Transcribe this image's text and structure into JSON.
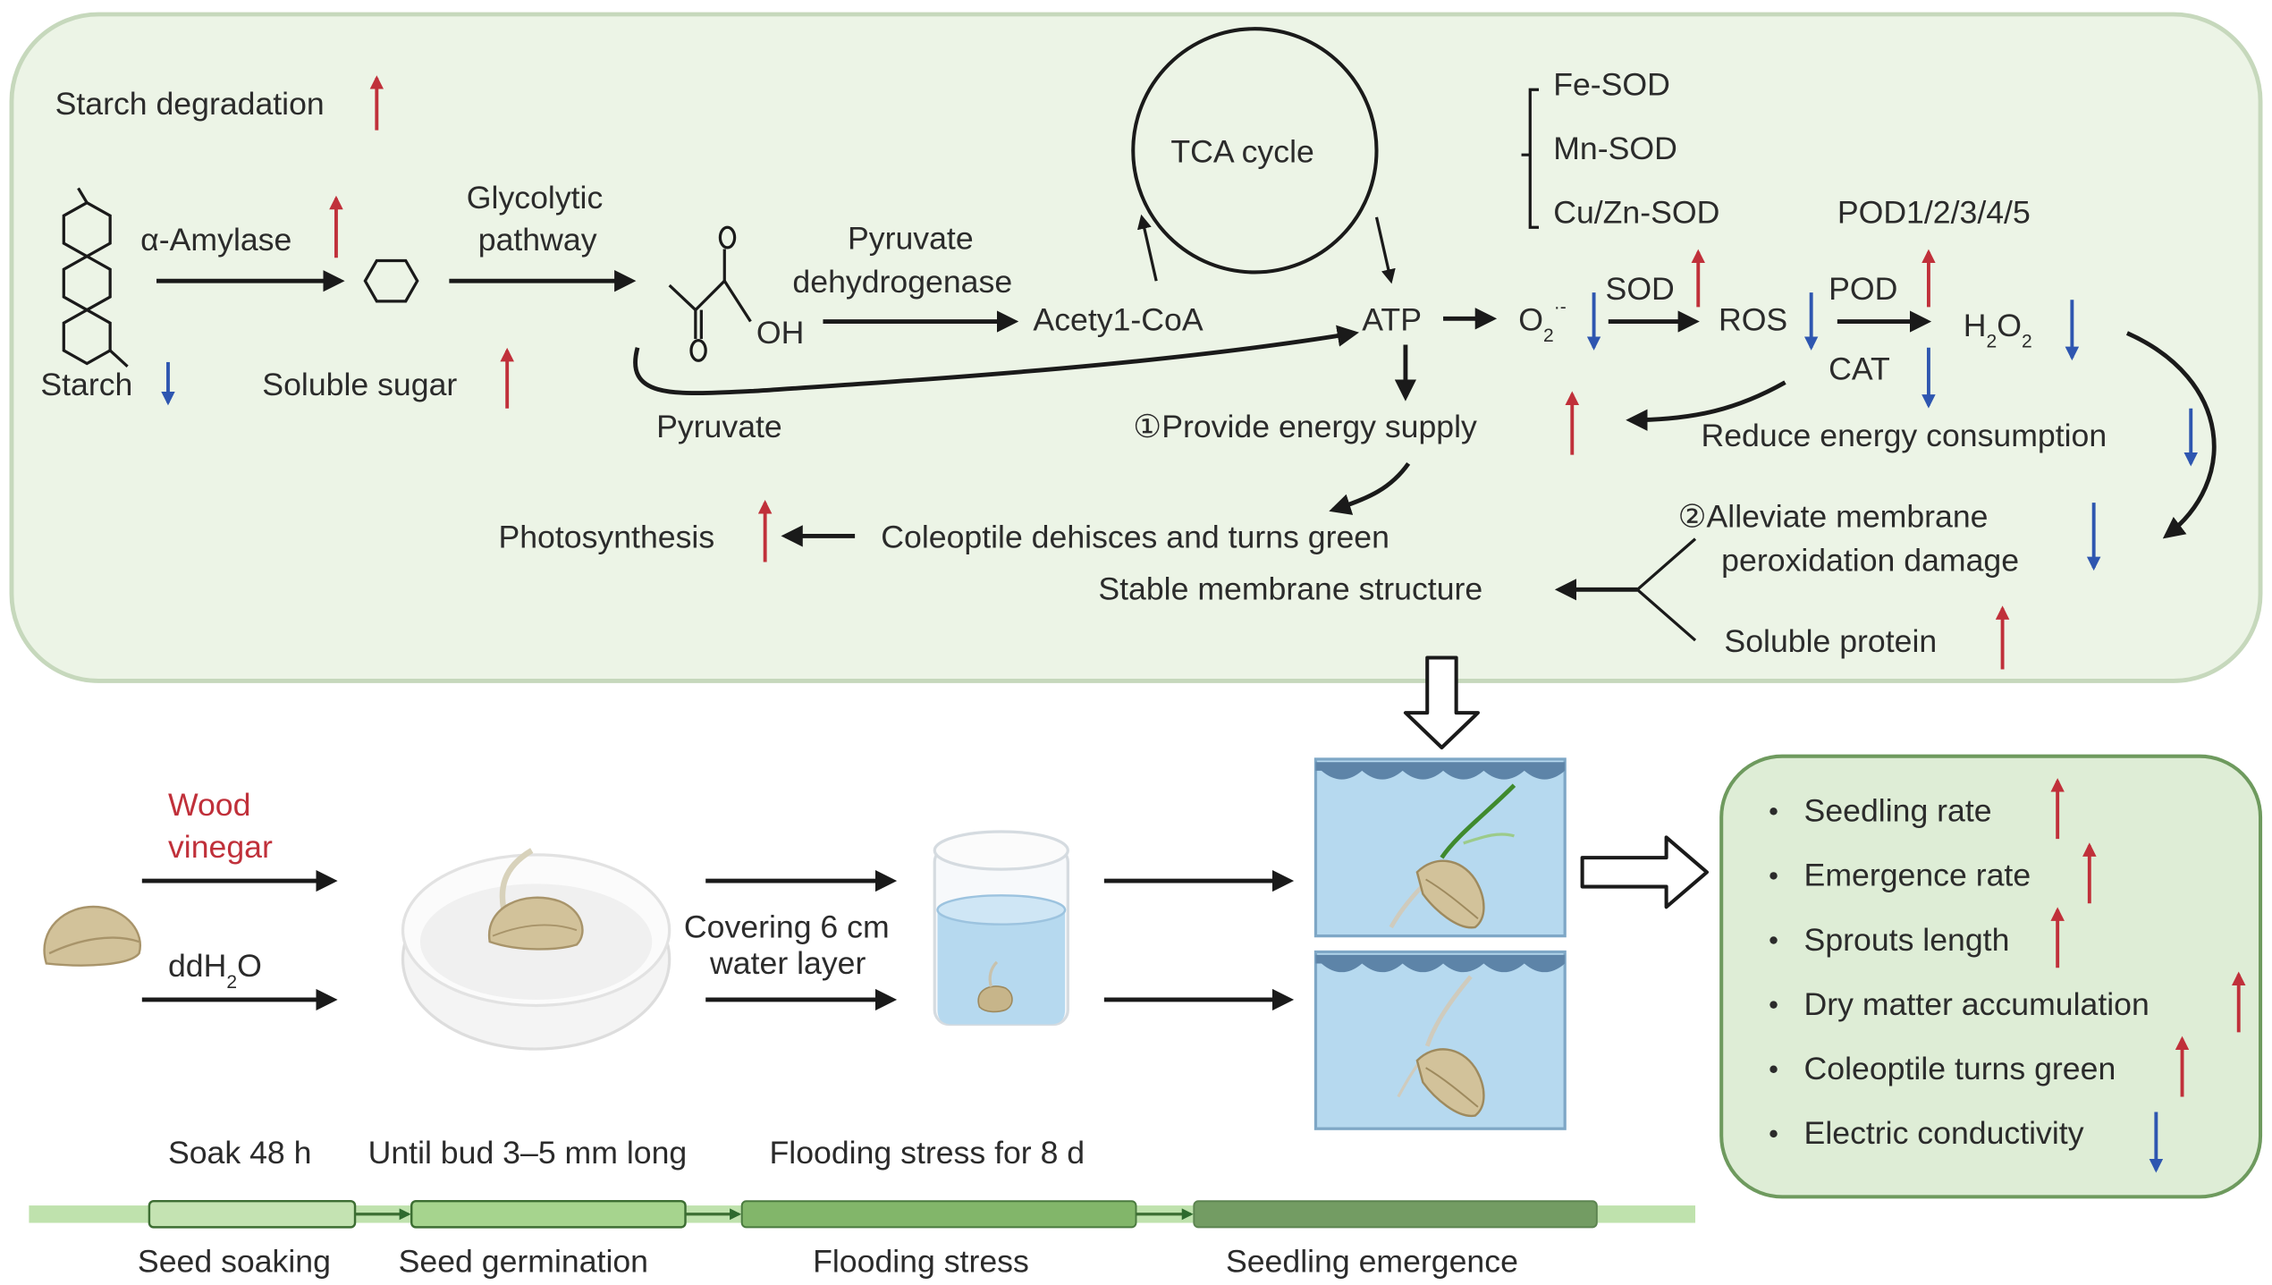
{
  "top_panel": {
    "starch_degradation": "Starch degradation",
    "alpha_amylase": "α-Amylase",
    "starch": "Starch",
    "soluble_sugar": "Soluble sugar",
    "glycolytic_line1": "Glycolytic",
    "glycolytic_line2": "pathway",
    "pyruvate": "Pyruvate",
    "oh": "OH",
    "pyruvate_dh_line1": "Pyruvate",
    "pyruvate_dh_line2": "dehydrogenase",
    "acetyl_coa": "Acety1-CoA",
    "tca_cycle": "TCA cycle",
    "atp": "ATP",
    "sod_types": [
      "Fe-SOD",
      "Mn-SOD",
      "Cu/Zn-SOD"
    ],
    "pod_types": "POD1/2/3/4/5",
    "o2": "O",
    "o2_sub": "2",
    "o2_sup": "·-",
    "sod": "SOD",
    "ros": "ROS",
    "pod": "POD",
    "cat": "CAT",
    "h2o2_h": "H",
    "h2o2_sub1": "2",
    "h2o2_o": "O",
    "h2o2_sub2": "2",
    "provide_energy": "①Provide energy supply",
    "reduce_energy": "Reduce energy consumption",
    "photosynthesis": "Photosynthesis",
    "coleoptile_green": "Coleoptile dehisces and turns green",
    "stable_membrane": "Stable membrane structure",
    "alleviate_line1": "②Alleviate membrane",
    "alleviate_line2": "peroxidation damage",
    "soluble_protein": "Soluble protein"
  },
  "experiment": {
    "wood_vinegar_line1": "Wood",
    "wood_vinegar_line2": "vinegar",
    "ddh2o_dd": "ddH",
    "ddh2o_sub": "2",
    "ddh2o_o": "O",
    "covering_line1": "Covering 6 cm",
    "covering_line2": "water layer"
  },
  "results": {
    "items": [
      {
        "label": "Seedling rate",
        "trend": "up"
      },
      {
        "label": "Emergence rate",
        "trend": "up"
      },
      {
        "label": "Sprouts length",
        "trend": "up"
      },
      {
        "label": "Dry matter accumulation",
        "trend": "up"
      },
      {
        "label": "Coleoptile turns green",
        "trend": "up"
      },
      {
        "label": "Electric conductivity",
        "trend": "down"
      }
    ]
  },
  "timeline": {
    "durations": [
      "Soak 48 h",
      "Until bud 3–5 mm long",
      "Flooding stress for 8 d"
    ],
    "stages": [
      "Seed soaking",
      "Seed germination",
      "Flooding stress",
      "Seedling emergence"
    ]
  },
  "colors": {
    "up_arrow": "#c0303a",
    "down_arrow": "#2e56b0",
    "panel_bg": "#ecf4e6",
    "results_bg": "#deedd6",
    "water": "#b6d9ef",
    "seed": "#d2c29a"
  }
}
